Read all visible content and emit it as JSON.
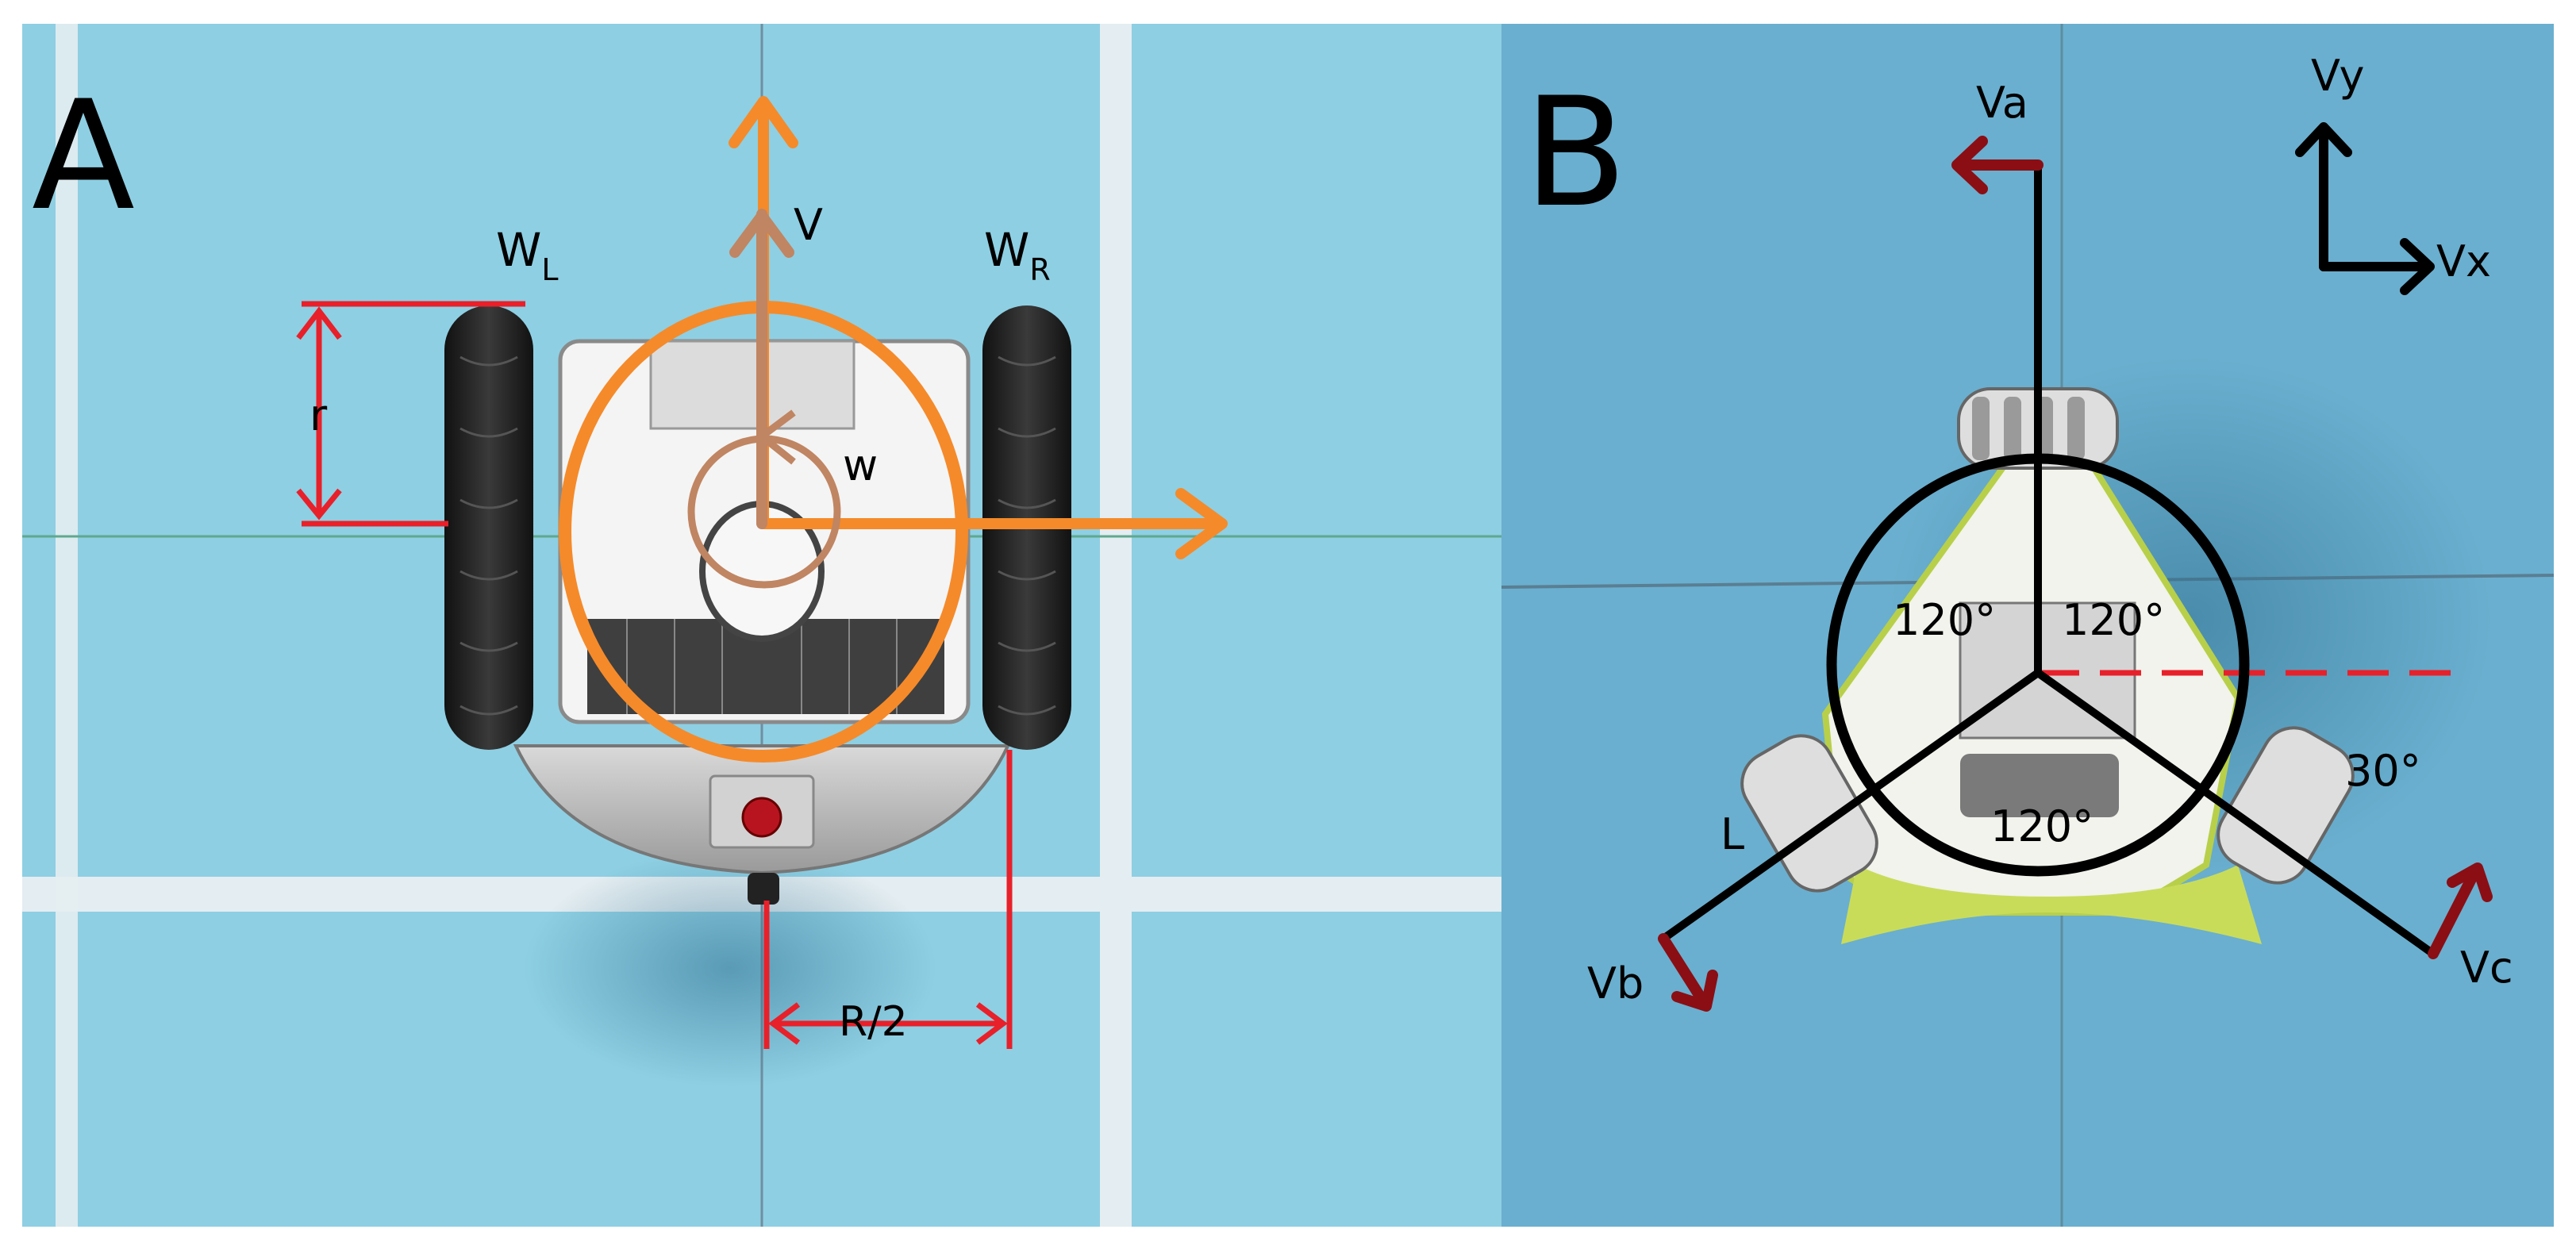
{
  "panel_a": {
    "label": "A",
    "wheel_left": "W",
    "wheel_left_sub": "L",
    "wheel_right": "W",
    "wheel_right_sub": "R",
    "radius": "r",
    "velocity": "V",
    "angular": "w",
    "half_base": "R/2"
  },
  "panel_b": {
    "label": "B",
    "va": "Va",
    "vb": "Vb",
    "vc": "Vc",
    "vx": "Vx",
    "vy": "Vy",
    "angle_left": "120°",
    "angle_right": "120°",
    "angle_bottom": "120°",
    "angle_offset": "30°",
    "arm_length": "L"
  },
  "colors": {
    "floor_a": "#8ecfe3",
    "floor_b": "#6aafcf",
    "orange": "#f58a2a",
    "brown": "#c08562",
    "red": "#e8202a",
    "dark_red": "#8b0e14",
    "black": "#000000"
  }
}
